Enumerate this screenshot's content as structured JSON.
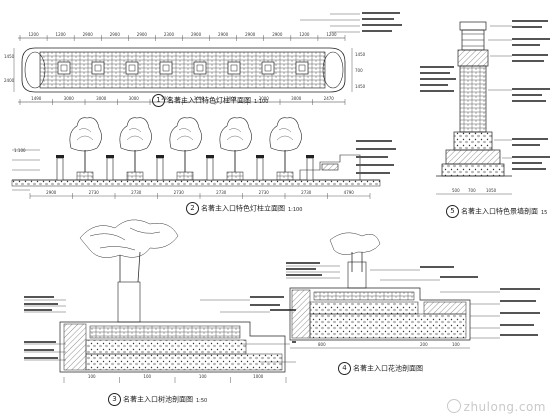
{
  "drawing": {
    "captions": [
      {
        "number": "1",
        "title": "名著主入口特色灯柱平面图",
        "scale": "1:100"
      },
      {
        "number": "2",
        "title": "名著主入口特色灯柱立面图",
        "scale": "1:100"
      },
      {
        "number": "3",
        "title": "名著主入口树池剖面图",
        "scale": "1:50"
      },
      {
        "number": "4",
        "title": "名著主入口花池剖面图",
        "scale": ""
      },
      {
        "number": "5",
        "title": "名著主入口特色景墙剖面",
        "scale": "15"
      }
    ],
    "plan_dims_top": [
      "1200",
      "1200",
      "2900",
      "2900",
      "2900",
      "2300",
      "2900",
      "2900",
      "2900",
      "2900",
      "1200",
      "1200"
    ],
    "plan_dims_left": [
      "1450",
      "2400"
    ],
    "plan_dims_bottom": [
      "1490",
      "3000",
      "3000",
      "3000",
      "3000",
      "3000",
      "3000",
      "3000",
      "3000",
      "2470"
    ],
    "plan_dims_side": [
      "1450",
      "700",
      "1450"
    ],
    "elev_dims": [
      "2900",
      "2730",
      "2730",
      "2730",
      "2730",
      "2730",
      "2730",
      "4790"
    ],
    "elev_level": "1:100",
    "tree_section_dims": [
      "100",
      "100",
      "100",
      "1000"
    ],
    "planter_section_dims": [
      "800",
      "200",
      "100"
    ],
    "column_dims": [
      "500",
      "700",
      "1050"
    ]
  },
  "watermark": "zhulong.com"
}
